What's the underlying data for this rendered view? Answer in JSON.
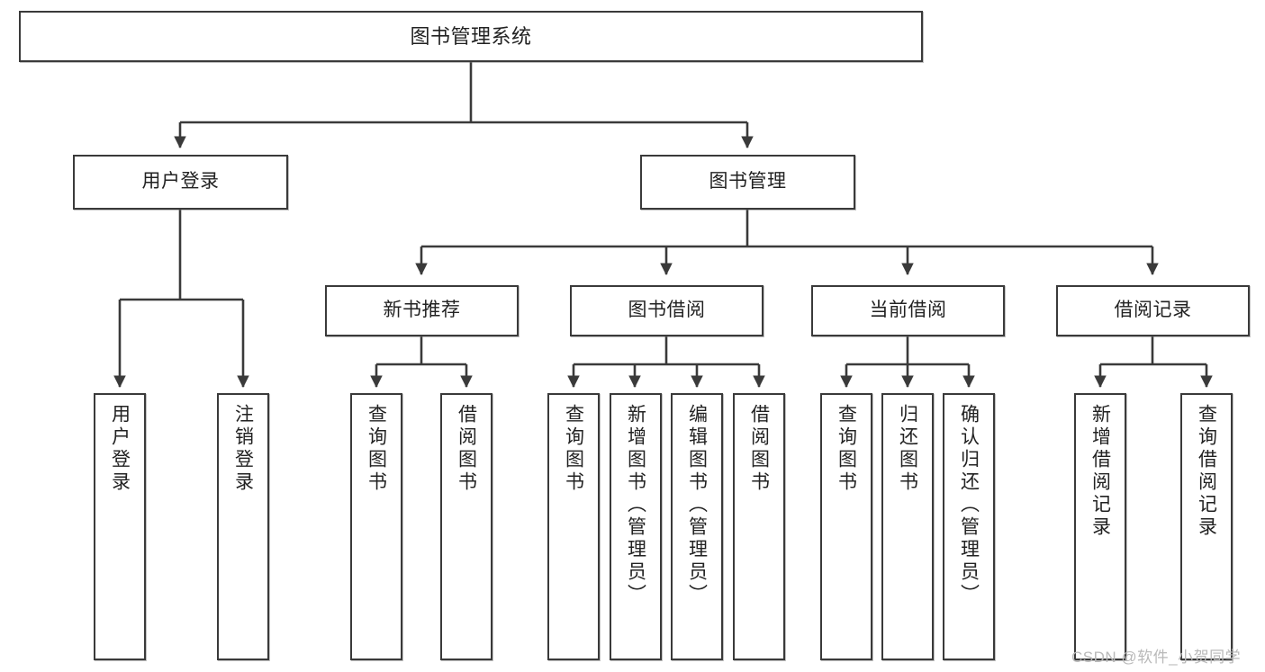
{
  "diagram": {
    "title": "图书管理系统",
    "watermark": "CSDN @软件_小贺同学",
    "stroke_color": "#3a3a3a",
    "fill_color": "#ffffff",
    "text_color": "#222222",
    "watermark_color": "#b9b9b9",
    "type": "tree",
    "levels": 4
  },
  "root": {
    "label": "图书管理系统"
  },
  "level2": [
    {
      "label": "用户登录"
    },
    {
      "label": "图书管理"
    }
  ],
  "level3": [
    {
      "label": "新书推荐"
    },
    {
      "label": "图书借阅"
    },
    {
      "label": "当前借阅"
    },
    {
      "label": "借阅记录"
    }
  ],
  "leaves": {
    "user_login": [
      {
        "label": "用户登录"
      },
      {
        "label": "注销登录"
      }
    ],
    "new_book": [
      {
        "label": "查询图书"
      },
      {
        "label": "借阅图书"
      }
    ],
    "book_borrow": [
      {
        "label": "查询图书"
      },
      {
        "label": "新增图书（管理员）"
      },
      {
        "label": "编辑图书（管理员）"
      },
      {
        "label": "借阅图书"
      }
    ],
    "current_borrow": [
      {
        "label": "查询图书"
      },
      {
        "label": "归还图书"
      },
      {
        "label": "确认归还（管理员）"
      }
    ],
    "borrow_record": [
      {
        "label": "新增借阅记录"
      },
      {
        "label": "查询借阅记录"
      }
    ]
  }
}
